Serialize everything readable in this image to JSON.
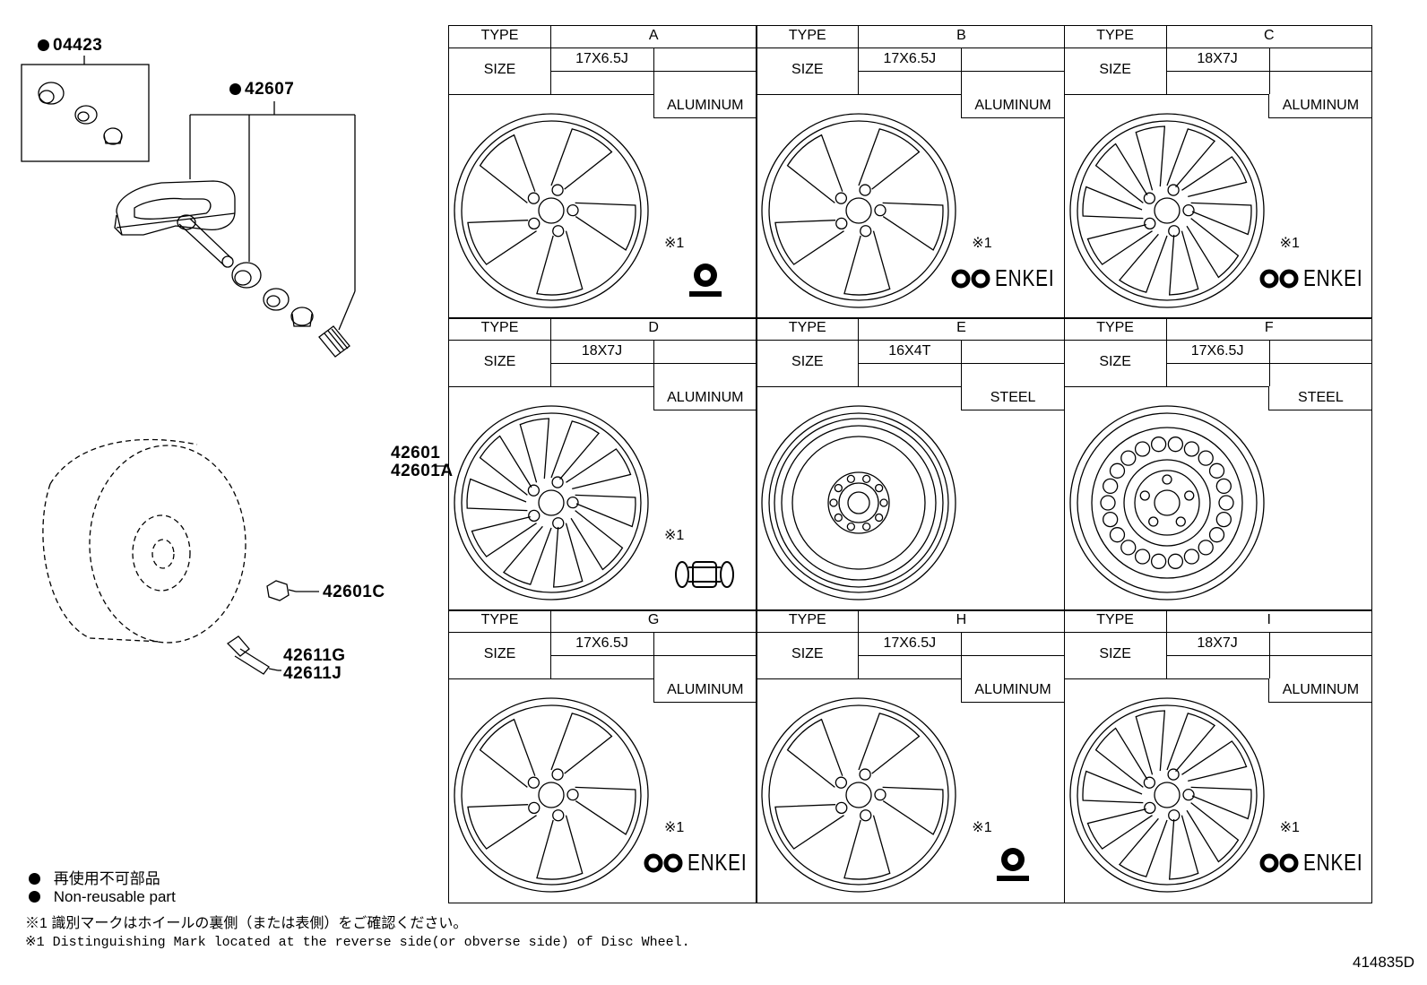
{
  "parts": {
    "p04423": "04423",
    "p42607": "42607",
    "p42601": "42601",
    "p42601A": "42601A",
    "p42601C": "42601C",
    "p42611G": "42611G",
    "p42611J": "42611J"
  },
  "labels": {
    "type": "TYPE",
    "size": "SIZE",
    "mark_ref": "※1"
  },
  "wheels": [
    {
      "type": "A",
      "size": "17X6.5J",
      "material": "ALUMINUM",
      "mark": "toyota"
    },
    {
      "type": "B",
      "size": "17X6.5J",
      "material": "ALUMINUM",
      "mark": "enkei"
    },
    {
      "type": "C",
      "size": "18X7J",
      "material": "ALUMINUM",
      "mark": "enkei"
    },
    {
      "type": "D",
      "size": "18X7J",
      "material": "ALUMINUM",
      "mark": "dumbbell"
    },
    {
      "type": "E",
      "size": "16X4T",
      "material": "STEEL",
      "mark": ""
    },
    {
      "type": "F",
      "size": "17X6.5J",
      "material": "STEEL",
      "mark": ""
    },
    {
      "type": "G",
      "size": "17X6.5J",
      "material": "ALUMINUM",
      "mark": "enkei"
    },
    {
      "type": "H",
      "size": "17X6.5J",
      "material": "ALUMINUM",
      "mark": "toyota"
    },
    {
      "type": "I",
      "size": "18X7J",
      "material": "ALUMINUM",
      "mark": "enkei"
    }
  ],
  "enkei_text": "ENKEI",
  "notes": {
    "jp_nonreusable": "再使用不可部品",
    "en_nonreusable": "Non-reusable part",
    "jp_mark": "※1 識別マークはホイールの裏側（または表側）をご確認ください。",
    "en_mark": "※1 Distinguishing Mark located at the reverse side(or obverse side) of Disc Wheel."
  },
  "diagram_id": "414835D"
}
